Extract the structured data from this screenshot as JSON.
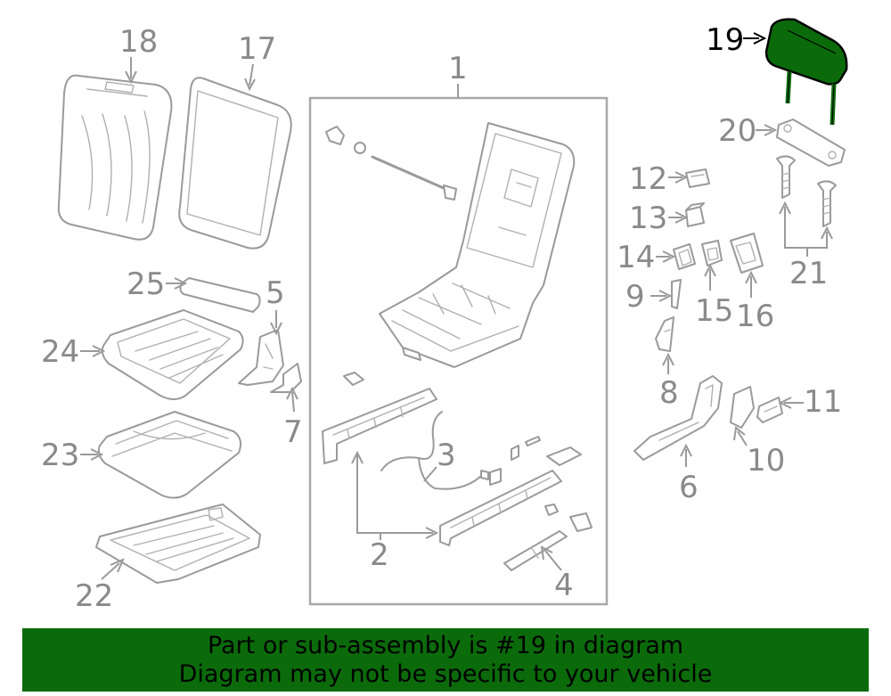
{
  "callouts": {
    "c1": "1",
    "c2": "2",
    "c3": "3",
    "c4": "4",
    "c5": "5",
    "c6": "6",
    "c7": "7",
    "c8": "8",
    "c9": "9",
    "c10": "10",
    "c11": "11",
    "c12": "12",
    "c13": "13",
    "c14": "14",
    "c15": "15",
    "c16": "16",
    "c17": "17",
    "c18": "18",
    "c19": "19",
    "c20": "20",
    "c21": "21",
    "c22": "22",
    "c23": "23",
    "c24": "24",
    "c25": "25"
  },
  "highlight": {
    "part": "19",
    "color": "#0b6b0b"
  },
  "banner": {
    "line1": "Part or sub-assembly is #19 in diagram",
    "line2": "Diagram may not be specific to your vehicle"
  }
}
